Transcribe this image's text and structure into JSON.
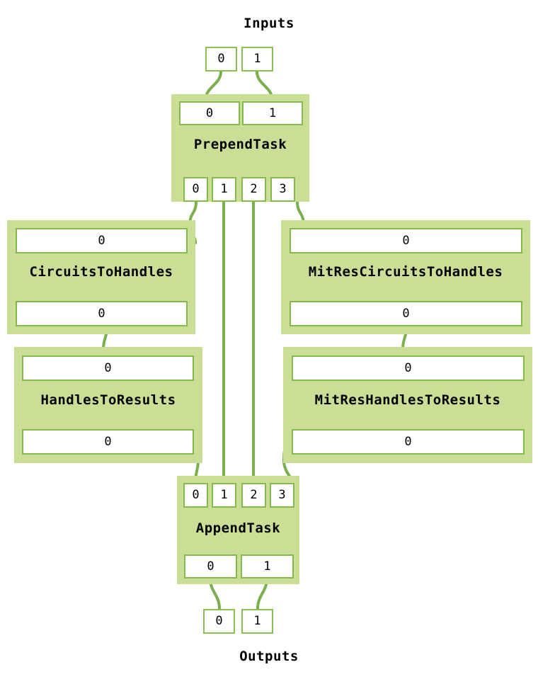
{
  "diagram": {
    "type": "dataflow-graph",
    "accent_fill": "#cadf95",
    "accent_border": "#84b94b",
    "wire_color": "#7aaf4c",
    "background": "#ffffff",
    "captions": {
      "inputs": "Inputs",
      "outputs": "Outputs"
    },
    "graph_inputs": {
      "name": "Inputs",
      "ports": [
        "0",
        "1"
      ]
    },
    "graph_outputs": {
      "name": "Outputs",
      "ports": [
        "0",
        "1"
      ]
    },
    "nodes": [
      {
        "id": "prepend-task",
        "title": "PrependTask",
        "inputs": [
          "0",
          "1"
        ],
        "outputs": [
          "0",
          "1",
          "2",
          "3"
        ]
      },
      {
        "id": "circuits-to-handles",
        "title": "CircuitsToHandles",
        "inputs": [
          "0"
        ],
        "outputs": [
          "0"
        ]
      },
      {
        "id": "mitres-circuits-to-handles",
        "title": "MitResCircuitsToHandles",
        "inputs": [
          "0"
        ],
        "outputs": [
          "0"
        ]
      },
      {
        "id": "handles-to-results",
        "title": "HandlesToResults",
        "inputs": [
          "0"
        ],
        "outputs": [
          "0"
        ]
      },
      {
        "id": "mitres-handles-to-results",
        "title": "MitResHandlesToResults",
        "inputs": [
          "0"
        ],
        "outputs": [
          "0"
        ]
      },
      {
        "id": "append-task",
        "title": "AppendTask",
        "inputs": [
          "0",
          "1",
          "2",
          "3"
        ],
        "outputs": [
          "0",
          "1"
        ]
      }
    ],
    "edges": [
      {
        "from": "Inputs.0",
        "to": "PrependTask.in.0"
      },
      {
        "from": "Inputs.1",
        "to": "PrependTask.in.1"
      },
      {
        "from": "PrependTask.out.0",
        "to": "CircuitsToHandles.in.0"
      },
      {
        "from": "PrependTask.out.1",
        "to": "AppendTask.in.1"
      },
      {
        "from": "PrependTask.out.2",
        "to": "AppendTask.in.2"
      },
      {
        "from": "PrependTask.out.3",
        "to": "MitResCircuitsToHandles.in.0"
      },
      {
        "from": "CircuitsToHandles.out.0",
        "to": "HandlesToResults.in.0"
      },
      {
        "from": "MitResCircuitsToHandles.out.0",
        "to": "MitResHandlesToResults.in.0"
      },
      {
        "from": "HandlesToResults.out.0",
        "to": "AppendTask.in.0"
      },
      {
        "from": "MitResHandlesToResults.out.0",
        "to": "AppendTask.in.3"
      },
      {
        "from": "AppendTask.out.0",
        "to": "Outputs.0"
      },
      {
        "from": "AppendTask.out.1",
        "to": "Outputs.1"
      }
    ]
  }
}
